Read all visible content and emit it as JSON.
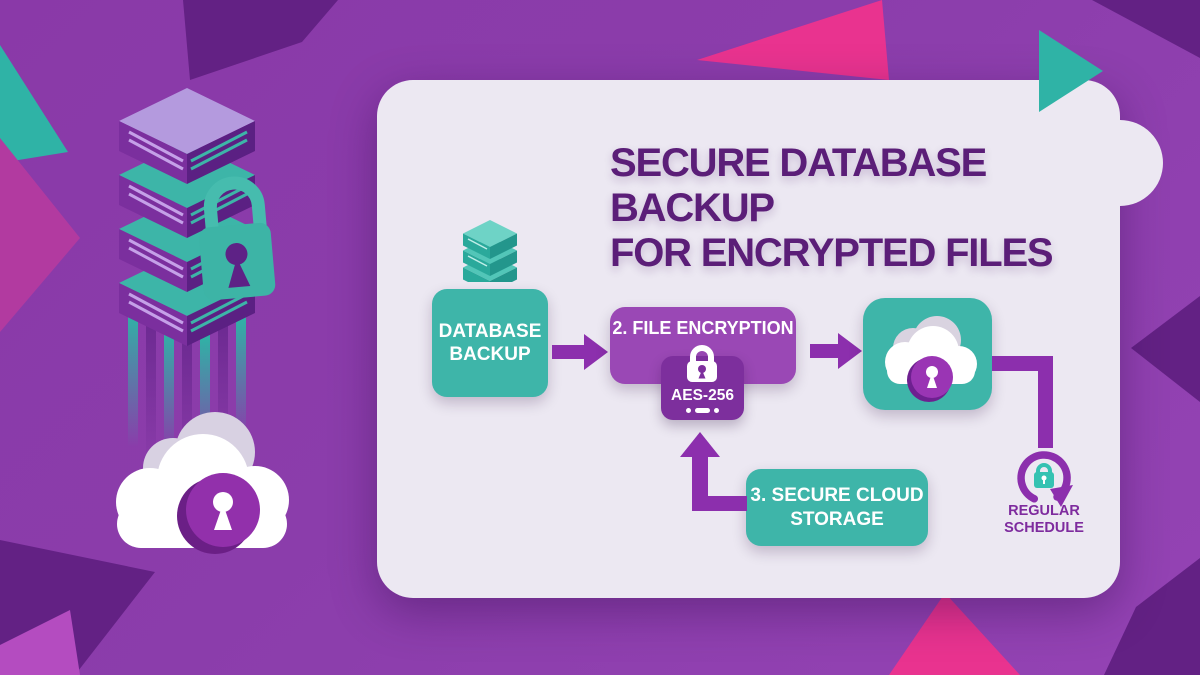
{
  "title": {
    "line1": "SECURE DATABASE BACKUP",
    "line2": "FOR ENCRYPTED FILES"
  },
  "flow": {
    "database_backup": {
      "line1": "DATABASE",
      "line2": "BACKUP"
    },
    "file_encryption": {
      "label": "2. FILE ENCRYPTION"
    },
    "aes_badge": {
      "label": "AES-256"
    },
    "secure_cloud_storage": {
      "line1": "3. SECURE CLOUD",
      "line2": "STORAGE"
    },
    "regular_schedule": {
      "line1": "REGULAR",
      "line2": "SCHEDULE"
    }
  },
  "icons": {
    "left_illustration": "server-stack-with-padlock-and-cloud-lock-icon",
    "step1": "database-stack-icon",
    "step2": "padlock-icon",
    "step3": "cloud-lock-icon",
    "schedule": "refresh-lock-icon"
  },
  "colors": {
    "background_purple": "#8b3dab",
    "dark_purple_shape": "#632184",
    "pink_shape": "#e9338f",
    "magenta_shape": "#b23aa0",
    "teal": "#2fb3a6",
    "teal_box": "#3eb5a9",
    "card_background": "#ece8f2",
    "title_text": "#5b1e78",
    "purple_box": "#9a48b5",
    "dark_purple_box": "#7d2f9d",
    "arrow_purple": "#8c2fad",
    "schedule_text": "#7e2b9e",
    "box_text": "#ffffff"
  }
}
